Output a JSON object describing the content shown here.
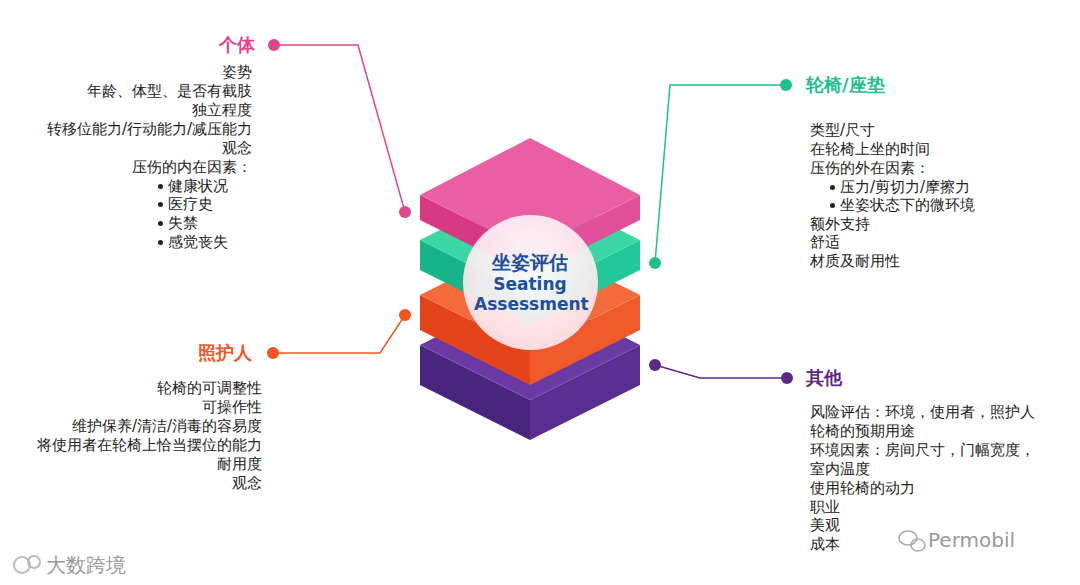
{
  "diagram": {
    "nodes": [
      {
        "text": [
          "坐姿评估",
          "Seating Assessment"
        ]
      }
    ],
    "labels": [
      "个体",
      "姿势",
      "年龄、体型、是否有截肢",
      "独立程度",
      "转移位能力/行动能力/减压能力",
      "观念",
      "压伤的内在因素：",
      "健康状况",
      "医疗史",
      "失禁",
      "感觉丧失",
      "轮椅/座垫",
      "类型/尺寸",
      "在轮椅上坐的时间",
      "压伤的外在因素：",
      "压力/剪切力/摩擦力",
      "坐姿状态下的微环境",
      "额外支持",
      "舒适",
      "材质及耐用性",
      "照护人",
      "轮椅的可调整性",
      "可操作性",
      "维护保养/清洁/消毒的容易度",
      "将使用者在轮椅上恰当摆位的能力",
      "耐用度",
      "观念",
      "其他",
      "风险评估：环境，使用者，照护人",
      "轮椅的预期用途",
      "环境因素：房间尺寸，门幅宽度，室内温度",
      "使用轮椅的动力",
      "职业",
      "美观",
      "成本",
      "大数跨境",
      "Permobil"
    ]
  }
}
